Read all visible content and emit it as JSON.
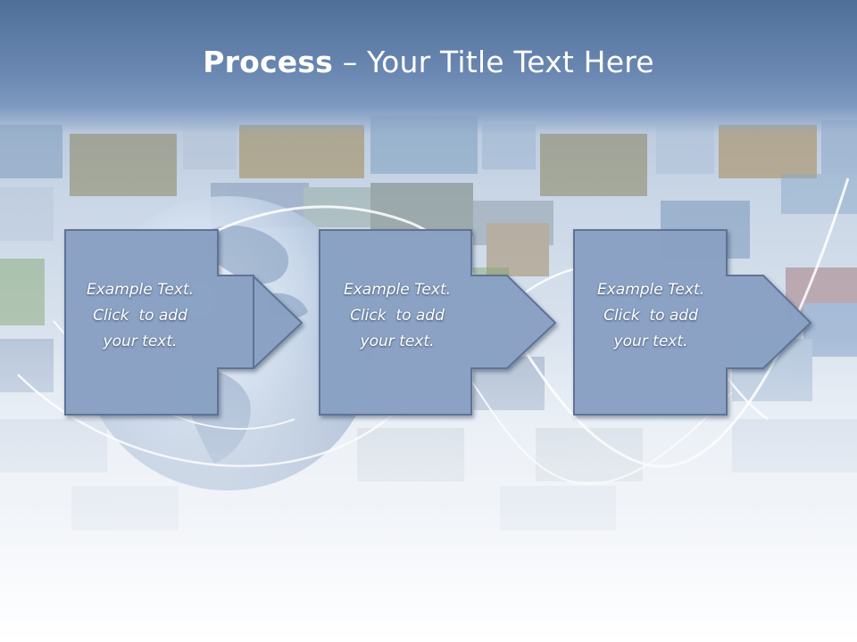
{
  "title": {
    "bold": "Process",
    "rest": " – Your Title Text Here"
  },
  "colors": {
    "title_bar": "#5a78a4",
    "box_fill": "#8aa2c4",
    "box_stroke": "#5e7394",
    "text": "#ffffff"
  },
  "steps": [
    {
      "lines": [
        "Example Text.",
        "Click  to add",
        "your text."
      ]
    },
    {
      "lines": [
        "Example Text.",
        "Click  to add",
        "your text."
      ]
    },
    {
      "lines": [
        "Example Text.",
        "Click  to add",
        "your text."
      ]
    }
  ]
}
